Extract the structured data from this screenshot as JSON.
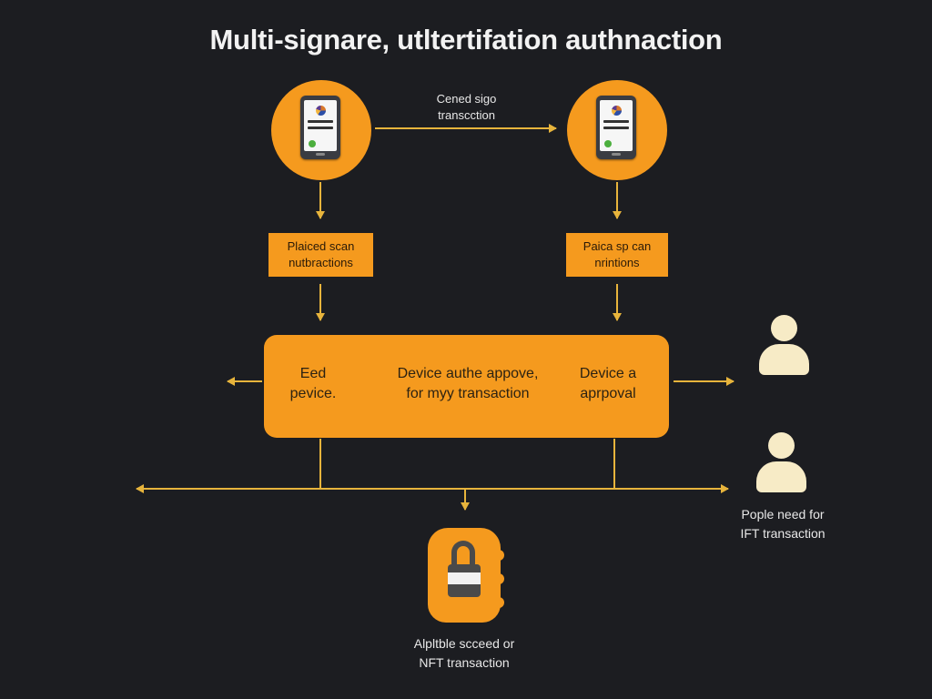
{
  "title": "Multi-signare, utltertifation authnaction",
  "arrow_label": [
    "Cened sigo",
    "transcction"
  ],
  "left_box": [
    "Plaiced scan",
    "nutbractions"
  ],
  "right_box": [
    "Paica sp can",
    "nrintions"
  ],
  "main_box": {
    "left": [
      "Eed",
      "pevice."
    ],
    "center": [
      "Device authe appove,",
      "for myy transaction"
    ],
    "right": [
      "Device a",
      "aprpoval"
    ]
  },
  "people_caption": [
    "Pople need for",
    "IFT transaction"
  ],
  "lock_caption": [
    "Alpltble scceed or",
    "NFT transaction"
  ],
  "colors": {
    "background": "#1c1d21",
    "accent": "#f59a1e",
    "person": "#f7ebc6",
    "line": "#e7b43c"
  },
  "icons": [
    "phone-icon",
    "person-icon",
    "lock-icon"
  ]
}
